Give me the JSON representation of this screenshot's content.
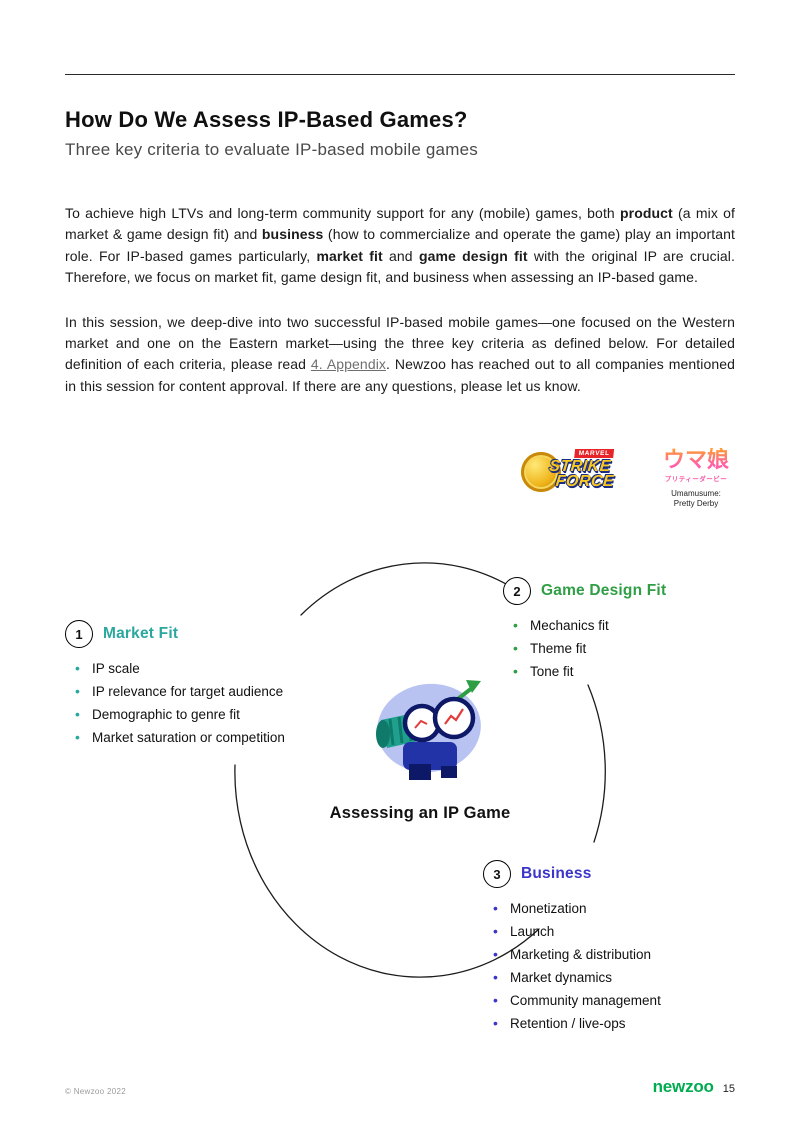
{
  "header": {
    "title": "How Do We Assess IP-Based Games?",
    "subtitle": "Three key criteria to evaluate IP-based mobile games"
  },
  "body": {
    "p1": {
      "s1": "To achieve high LTVs and long-term community support for any (mobile) games, both ",
      "s2": "product",
      "s3": " (a mix of market & game design fit) and ",
      "s4": "business",
      "s5": " (how to commercialize and operate the game) play an important role. For IP-based games particularly, ",
      "s6": "market fit",
      "s7": " and ",
      "s8": "game design fit",
      "s9": " with the original IP are crucial. Therefore, we focus on market fit, game design fit, and business when assessing an IP-based game."
    },
    "p2": {
      "s1": "In this session, we deep-dive into two successful IP-based mobile games—one focused on the Western market and one on the Eastern market—using the three key criteria as defined below. For detailed definition of each criteria, please read ",
      "link": "4. Appendix",
      "s2": ". Newzoo has reached out to all companies mentioned in this session for content approval. If there are any questions, please let us know."
    }
  },
  "logos": {
    "marvel_brand": "MARVEL",
    "marvel_line1": "STRIKE",
    "marvel_line2": "FORCE",
    "umamusume_jp": "ウマ娘",
    "umamusume_sub": "プリティーダービー",
    "umamusume_caption1": "Umamusume:",
    "umamusume_caption2": "Pretty Derby"
  },
  "diagram": {
    "center_label": "Assessing an IP Game",
    "criteria": [
      {
        "number": "1",
        "title": "Market Fit",
        "color": "#2AA79F",
        "items": [
          "IP scale",
          "IP relevance for target audience",
          "Demographic to genre fit",
          "Market saturation or competition"
        ]
      },
      {
        "number": "2",
        "title": "Game Design Fit",
        "color": "#2F9E45",
        "items": [
          "Mechanics fit",
          "Theme fit",
          "Tone fit"
        ]
      },
      {
        "number": "3",
        "title": "Business",
        "color": "#3B35C9",
        "items": [
          "Monetization",
          "Launch",
          "Marketing & distribution",
          "Market dynamics",
          "Community management",
          "Retention / live-ops"
        ]
      }
    ]
  },
  "footer": {
    "copyright": "© Newzoo 2022",
    "logo": "newzoo",
    "logo_color": "#00AC4F",
    "page_number": "15"
  }
}
